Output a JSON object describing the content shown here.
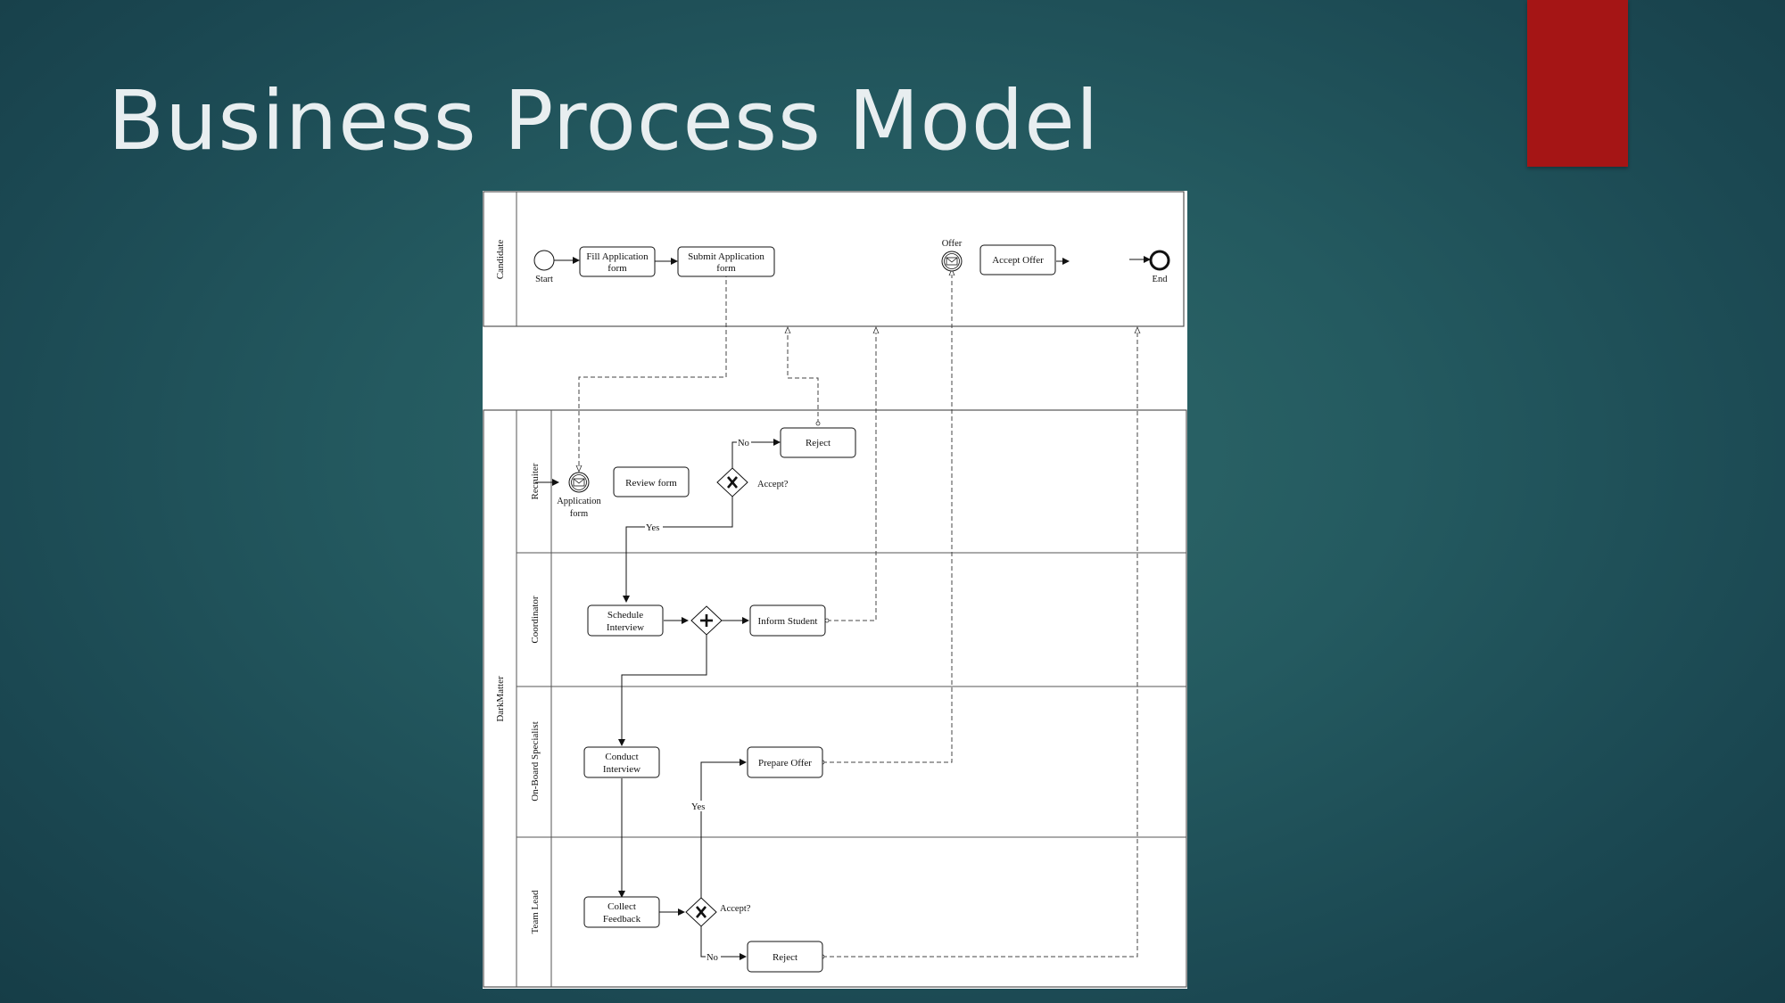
{
  "slide": {
    "title": "Business Process Model",
    "accent_color": "#a51515"
  },
  "pools": {
    "candidate": "Candidate",
    "darkmatter": "DarkMatter"
  },
  "lanes": {
    "recruiter": "Recruiter",
    "coordinator": "Coordinator",
    "onboard": "On-Board Specialist",
    "teamlead": "Team Lead"
  },
  "events": {
    "start": "Start",
    "end": "End",
    "offer": "Offer",
    "application_1": "Application",
    "application_2": "form"
  },
  "tasks": {
    "fill_1": "Fill Application",
    "fill_2": "form",
    "submit_1": "Submit Application",
    "submit_2": "form",
    "accept_offer": "Accept Offer",
    "review": "Review form",
    "reject_recruiter": "Reject",
    "schedule_1": "Schedule",
    "schedule_2": "Interview",
    "inform": "Inform Student",
    "conduct_1": "Conduct",
    "conduct_2": "Interview",
    "prepare": "Prepare Offer",
    "collect_1": "Collect",
    "collect_2": "Feedback",
    "reject_teamlead": "Reject"
  },
  "gateways": {
    "accept_recruiter": "Accept?",
    "accept_teamlead": "Accept?"
  },
  "flow_labels": {
    "no_recruiter": "No",
    "yes_recruiter": "Yes",
    "yes_teamlead": "Yes",
    "no_teamlead": "No"
  }
}
